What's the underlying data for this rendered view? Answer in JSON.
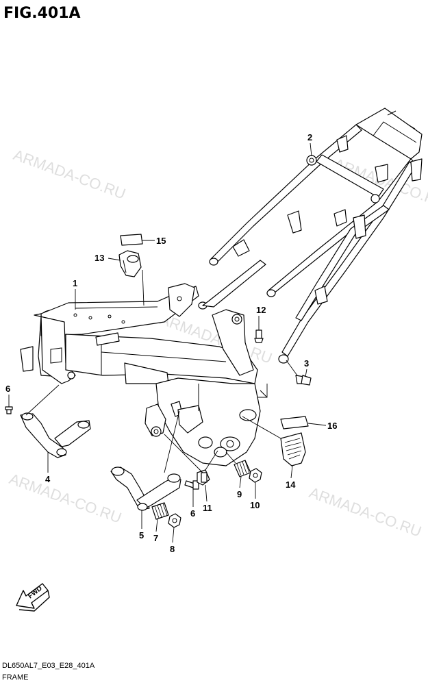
{
  "figure": {
    "title": "FIG.401A",
    "code": "DL650AL7_E03_E28_401A",
    "caption": "FRAME"
  },
  "watermarks": [
    "ARMADA-CO.RU",
    "ARMADA-CO.RU",
    "ARMADA-CO.RU",
    "ARMADA-CO.RU",
    "ARMADA-CO.RU"
  ],
  "fwd_label": "FWD",
  "callouts": [
    "1",
    "2",
    "3",
    "4",
    "5",
    "6",
    "6",
    "7",
    "8",
    "9",
    "10",
    "11",
    "12",
    "13",
    "14",
    "15",
    "16"
  ]
}
